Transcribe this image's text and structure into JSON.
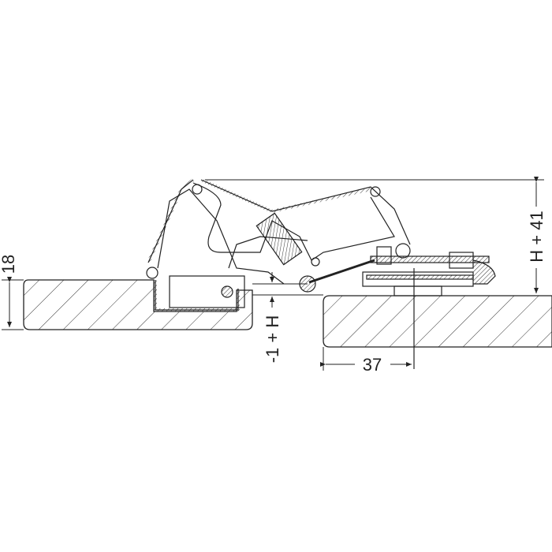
{
  "drawing": {
    "type": "concealed hinge cross-section",
    "dimensions": {
      "board_thickness": "18",
      "height_offset": "-1 + H",
      "cup_distance": "37",
      "overall_height": "H + 41"
    }
  },
  "colors": {
    "line": "#222222",
    "background": "#ffffff"
  }
}
